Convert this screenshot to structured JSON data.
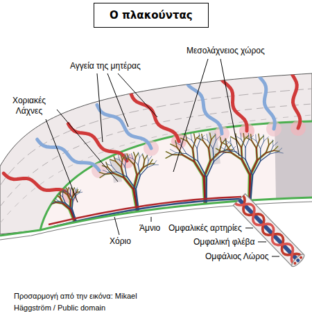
{
  "diagram": {
    "title": "Ο πλακούντας",
    "caption": "Προσαρμογή από την εικόνα: Mikael Häggström / Public domain",
    "labels": [
      "Αγγεία της μητέρας",
      "Μεσολάχνειος χώρος",
      "Χοριακές Λάχνες",
      "Άμνιο",
      "Χόριο",
      "Ομφαλικές αρτηρίες",
      "Ομφαλική φλέβα",
      "Ομφάλιος Λώρος"
    ]
  }
}
